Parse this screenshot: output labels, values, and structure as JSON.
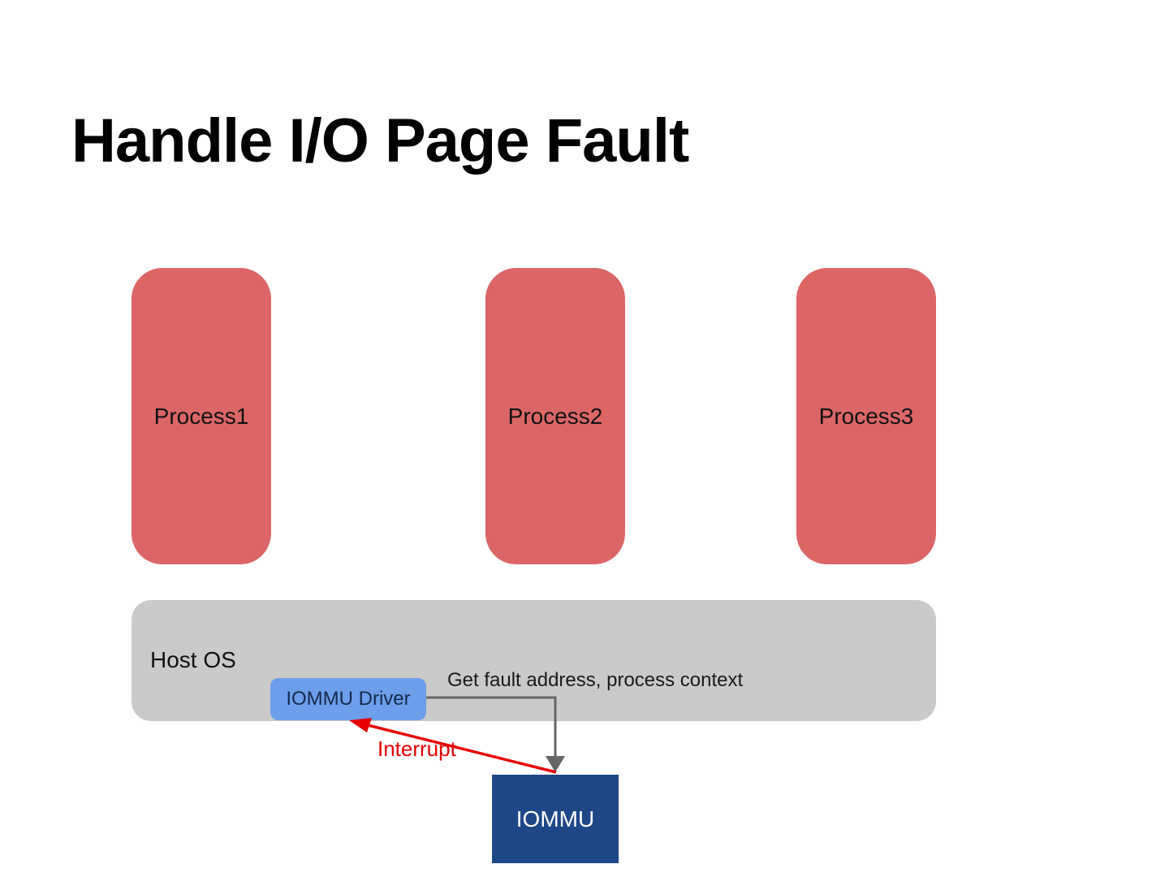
{
  "slide": {
    "title": "Handle I/O Page Fault",
    "processes": [
      {
        "label": "Process1"
      },
      {
        "label": "Process2"
      },
      {
        "label": "Process3"
      }
    ],
    "host_os": {
      "label": "Host OS"
    },
    "iommu_driver": {
      "label": "IOMMU Driver"
    },
    "iommu": {
      "label": "IOMMU"
    },
    "arrows": {
      "fault_label": "Get fault address, process context",
      "interrupt_label": "Interrupt"
    },
    "colors": {
      "process_fill": "#DC6666",
      "host_os_fill": "#CACACA",
      "iommu_driver_fill": "#6D9EEB",
      "iommu_fill": "#1F4687",
      "connector_gray": "#666666",
      "interrupt_red": "#E60000",
      "title_text": "#000000",
      "iommu_text": "#FFFFFF"
    }
  }
}
